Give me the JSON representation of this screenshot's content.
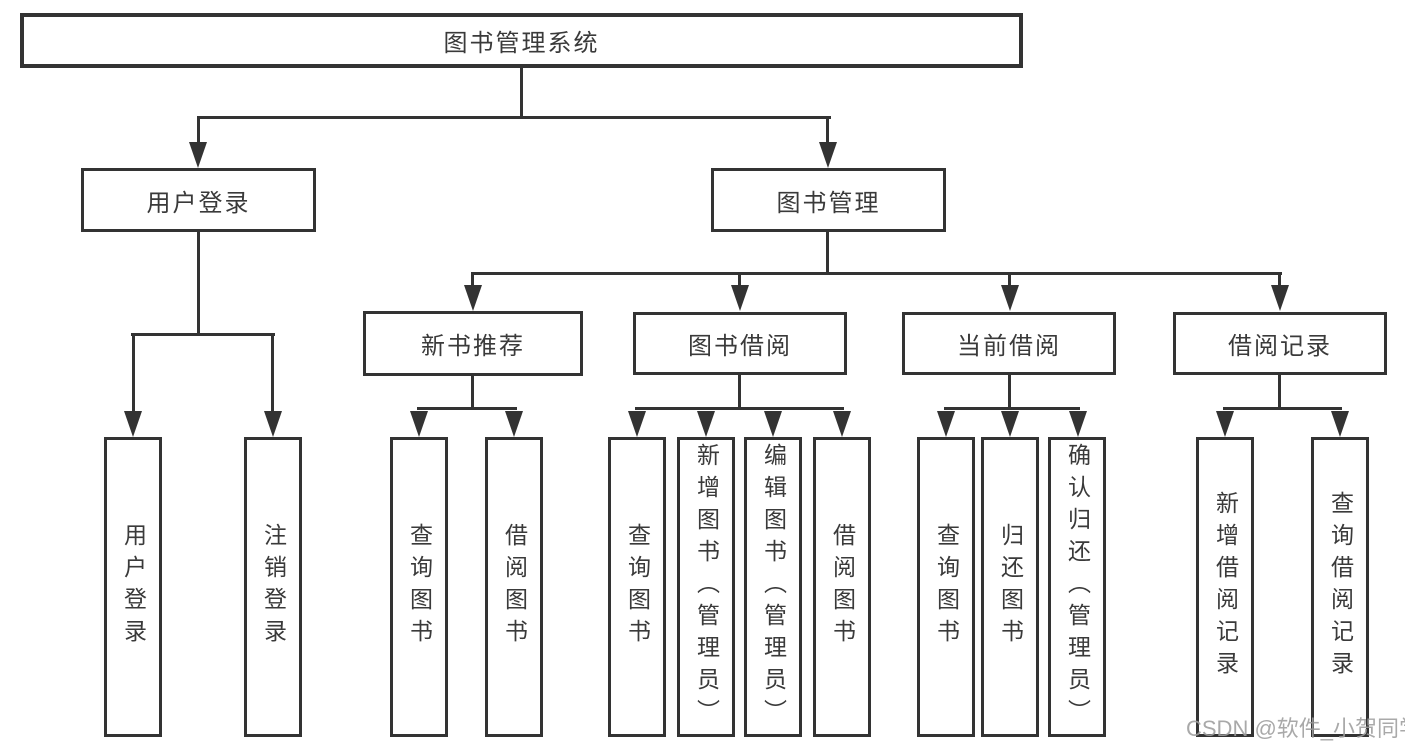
{
  "tree": {
    "root": {
      "label": "图书管理系统",
      "children": [
        {
          "label": "用户登录",
          "children": [
            {
              "label": "用户登录"
            },
            {
              "label": "注销登录"
            }
          ]
        },
        {
          "label": "图书管理",
          "children": [
            {
              "label": "新书推荐",
              "children": [
                {
                  "label": "查询图书"
                },
                {
                  "label": "借阅图书"
                }
              ]
            },
            {
              "label": "图书借阅",
              "children": [
                {
                  "label": "查询图书"
                },
                {
                  "label": "新增图书（管理员）"
                },
                {
                  "label": "编辑图书（管理员）"
                },
                {
                  "label": "借阅图书"
                }
              ]
            },
            {
              "label": "当前借阅",
              "children": [
                {
                  "label": "查询图书"
                },
                {
                  "label": "归还图书"
                },
                {
                  "label": "确认归还（管理员）"
                }
              ]
            },
            {
              "label": "借阅记录",
              "children": [
                {
                  "label": "新增借阅记录"
                },
                {
                  "label": "查询借阅记录"
                }
              ]
            }
          ]
        }
      ]
    }
  },
  "watermark": "CSDN @软件_小贺同学",
  "colors": {
    "line": "#333333",
    "text": "#3a3a3a",
    "background": "#ffffff",
    "watermark": "#9e9e9e"
  }
}
